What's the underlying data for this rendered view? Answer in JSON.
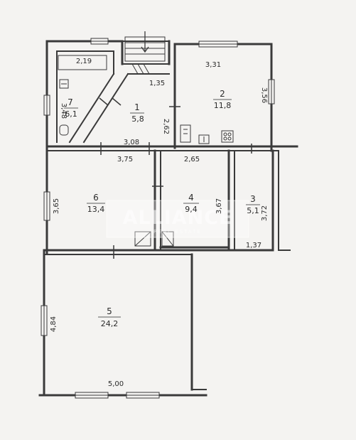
{
  "rooms": [
    {
      "id": "7",
      "number": "7",
      "area": "6,1"
    },
    {
      "id": "1",
      "number": "1",
      "area": "5,8"
    },
    {
      "id": "2",
      "number": "2",
      "area": "11,8"
    },
    {
      "id": "6",
      "number": "6",
      "area": "13,4"
    },
    {
      "id": "4",
      "number": "4",
      "area": "9,4"
    },
    {
      "id": "3",
      "number": "3",
      "area": "5,1"
    },
    {
      "id": "5",
      "number": "5",
      "area": "24,2"
    }
  ],
  "dimensions": {
    "d_219": "2,19",
    "d_135": "1,35",
    "d_331": "3,31",
    "d_356": "3,56",
    "d_348": "3,48",
    "d_262": "2,62",
    "d_308": "3,08",
    "d_375": "3,75",
    "d_265": "2,65",
    "d_365": "3,65",
    "d_367": "3,67",
    "d_372": "3,72",
    "d_137": "1,37",
    "d_484": "4,84",
    "d_500": "5,00"
  },
  "watermark": {
    "brand": "ALLIANCE",
    "sub": "REAL ESTATE"
  },
  "colors": {
    "background": "#f4f3f1",
    "wall": "#3a3a3a",
    "watermark_box": "#ffffff"
  }
}
